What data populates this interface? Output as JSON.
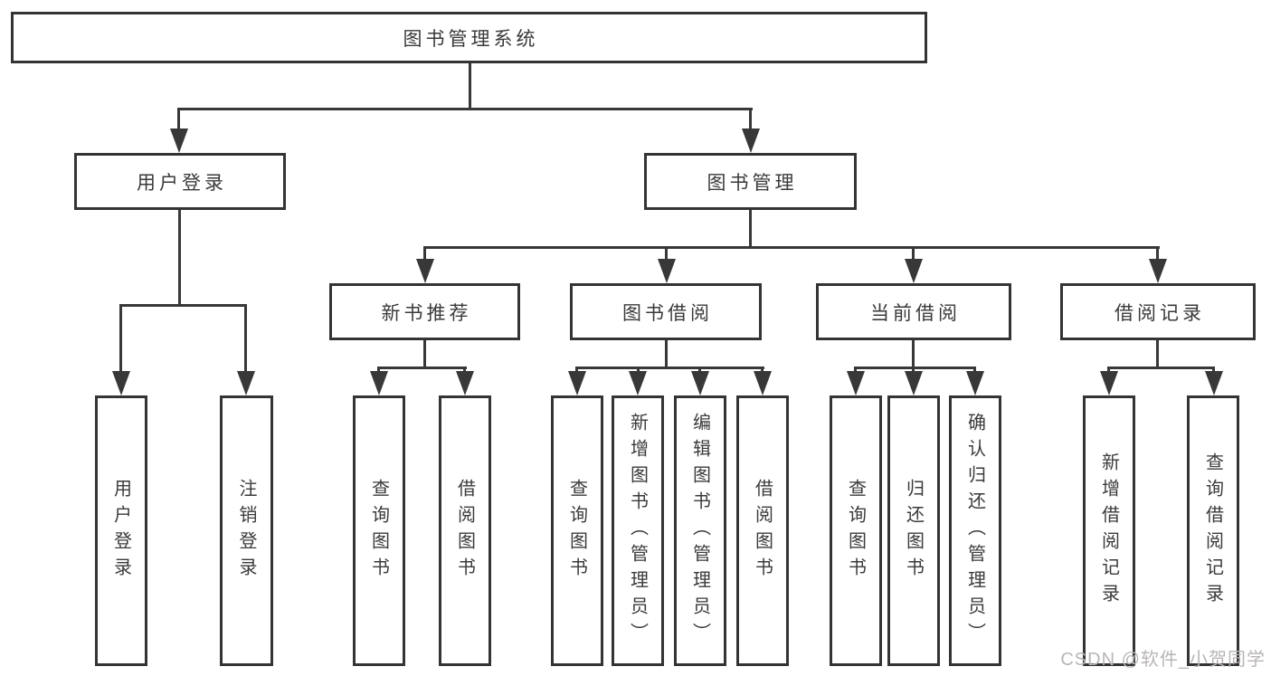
{
  "title": "图书管理系统",
  "level2": [
    {
      "label": "用户登录"
    },
    {
      "label": "图书管理"
    }
  ],
  "level3": [
    {
      "label": "新书推荐"
    },
    {
      "label": "图书借阅"
    },
    {
      "label": "当前借阅"
    },
    {
      "label": "借阅记录"
    }
  ],
  "leaves": [
    {
      "label": "用户登录"
    },
    {
      "label": "注销登录"
    },
    {
      "label": "查询图书"
    },
    {
      "label": "借阅图书"
    },
    {
      "label": "查询图书"
    },
    {
      "label": "新增图书（管理员）"
    },
    {
      "label": "编辑图书（管理员）"
    },
    {
      "label": "借阅图书"
    },
    {
      "label": "查询图书"
    },
    {
      "label": "归还图书"
    },
    {
      "label": "确认归还（管理员）"
    },
    {
      "label": "新增借阅记录"
    },
    {
      "label": "查询借阅记录"
    }
  ],
  "watermark": "CSDN @软件_小贺同学",
  "colors": {
    "line": "#383838",
    "border": "#343434",
    "text": "#3a3a3a",
    "box_background": "#ffffff",
    "page_background": "#ffffff",
    "watermark": "#b9b5b5"
  }
}
